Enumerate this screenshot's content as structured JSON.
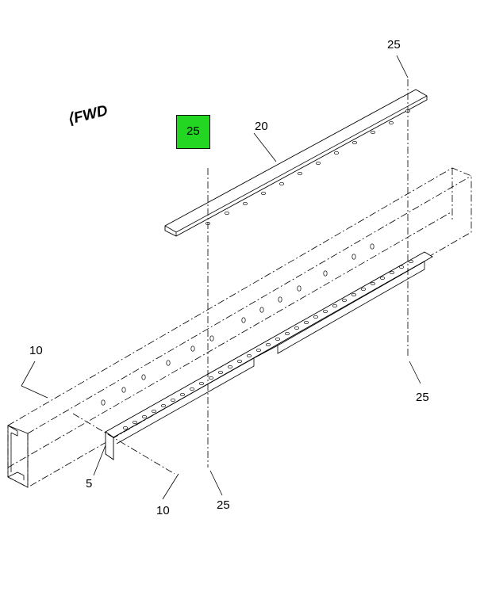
{
  "orientation": {
    "label": "FWD",
    "arrow_icon": "direction-arrow-icon"
  },
  "highlight": {
    "label": "25",
    "color": "#22d622"
  },
  "callouts": {
    "plate": "20",
    "fastener_top_right": "25",
    "fastener_right": "25",
    "fastener_bottom": "25",
    "rail_left": "10",
    "rail_bottom": "10",
    "angle_bracket": "5"
  }
}
